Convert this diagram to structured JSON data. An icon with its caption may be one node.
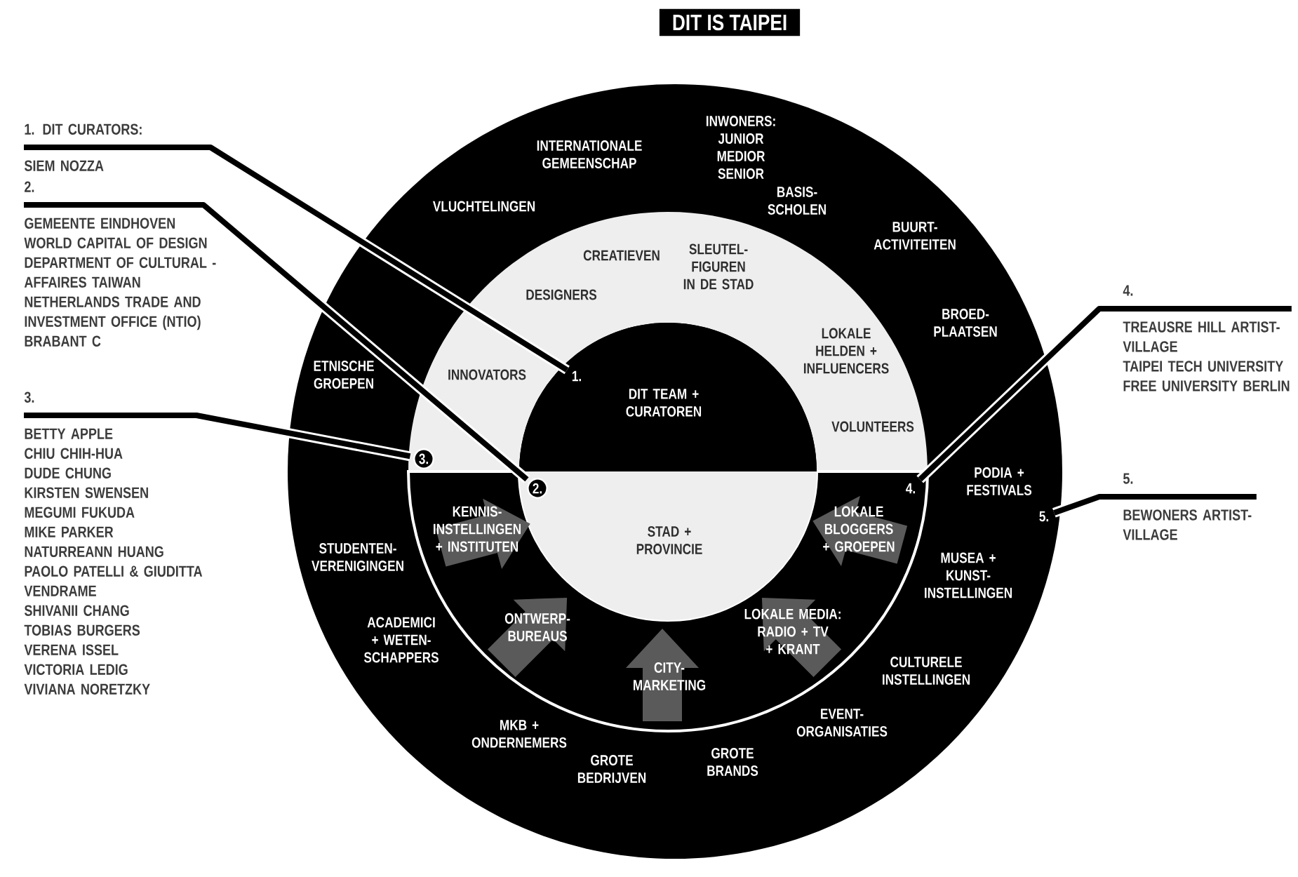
{
  "diagram": {
    "title": "DIT IS TAIPEI",
    "nodes": [
      {
        "text": [
          "INTERNATIONALE GEMEENSCHAP",
          "INWONERS: JUNIOR MEDIOR SENIOR",
          "VLUCHTELINGEN",
          "BASIS- SCHOLEN",
          "BUURT- ACTIVITEITEN",
          "BROED- PLAATSEN",
          "ETNISCHE GROEPEN",
          "PODIA + FESTIVALS",
          "STUDENTEN- VERENIGINGEN",
          "MUSEA + KUNST- INSTELLINGEN",
          "ACADEMICI + WETEN- SCHAPPERS",
          "CULTURELE INSTELLINGEN",
          "EVENT- ORGANISATIES",
          "MKB + ONDERNEMERS",
          "GROTE BEDRIJVEN",
          "GROTE BRANDS"
        ]
      },
      {
        "text": [
          "CREATIEVEN",
          "SLEUTEL- FIGUREN IN DE STAD",
          "DESIGNERS",
          "LOKALE HELDEN + INFLUENCERS",
          "INNOVATORS",
          "VOLUNTEERS"
        ],
        "in": 0
      },
      {
        "text": [],
        "shape": "band",
        "in": 0
      },
      {
        "text": [
          "DIT TEAM + CURATOREN"
        ],
        "in": 0
      },
      {
        "text": [
          "STAD + PROVINCIE"
        ],
        "in": 0
      },
      {
        "text": [
          "KENNIS- INSTELLINGEN + INSTITUTEN"
        ],
        "in": 2
      },
      {
        "text": [
          "LOKALE BLOGGERS + GROEPEN"
        ],
        "in": 2
      },
      {
        "text": [
          "ONTWERP- BUREAUS"
        ],
        "in": 2
      },
      {
        "text": [
          "LOKALE MEDIA: RADIO + TV + KRANT"
        ],
        "in": 2
      },
      {
        "text": [
          "CITY- MARKETING"
        ],
        "in": 2
      },
      {
        "text": [
          "1."
        ],
        "in": 3
      },
      {
        "text": [
          "2."
        ],
        "in": 4
      },
      {
        "text": [
          "3."
        ],
        "in": 1
      },
      {
        "text": [
          "4."
        ],
        "in": 2
      },
      {
        "text": [
          "5."
        ],
        "in": 0
      },
      {
        "text": [
          "1. DIT CURATORS:",
          "SIEM NOZZA"
        ]
      },
      {
        "text": [
          "2.",
          "GEMEENTE EINDHOVEN",
          "WORLD CAPITAL OF DESIGN",
          "DEPARTMENT OF CULTURAL - AFFAIRES TAIWAN",
          "NETHERLANDS TRADE AND INVESTMENT OFFICE (NTIO)",
          "BRABANT C"
        ]
      },
      {
        "text": [
          "3.",
          "BETTY APPLE",
          "CHIU CHIH-HUA",
          "DUDE CHUNG",
          "KIRSTEN SWENSEN",
          "MEGUMI FUKUDA",
          "MIKE PARKER",
          "NATURREANN HUANG",
          "PAOLO PATELLI & GIUDITTA VENDRAME",
          "SHIVANII CHANG",
          "TOBIAS BURGERS",
          "VERENA ISSEL",
          "VICTORIA LEDIG",
          "VIVIANA NORETZKY"
        ]
      },
      {
        "text": [
          "4.",
          "TREAUSRE HILL ARTIST- VILLAGE",
          "TAIPEI TECH UNIVERSITY",
          "FREE UNIVERSITY BERLIN"
        ]
      },
      {
        "text": [
          "5.",
          "BEWONERS ARTIST- VILLAGE"
        ]
      }
    ],
    "edges": [
      {
        "from": 15,
        "to": 10,
        "arrow": "none"
      },
      {
        "from": 16,
        "to": 11,
        "arrow": "none"
      },
      {
        "from": 17,
        "to": 12,
        "arrow": "none"
      },
      {
        "from": 18,
        "to": 13,
        "arrow": "none"
      },
      {
        "from": 19,
        "to": 14,
        "arrow": "none"
      }
    ]
  }
}
